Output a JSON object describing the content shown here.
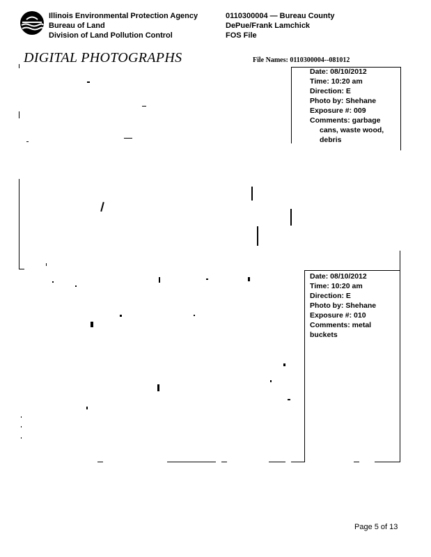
{
  "header": {
    "agency_line1": "Illinois Environmental Protection Agency",
    "agency_line2": "Bureau of Land",
    "agency_line3": "Division of Land Pollution Control",
    "site_id_line": "0110300004  —  Bureau County",
    "site_name": "DePue/Frank Lamchick",
    "file_type": "FOS File"
  },
  "title": "DIGITAL PHOTOGRAPHS",
  "file_names": "File Names: 0110300004--081012",
  "photos": [
    {
      "date": "Date: 08/10/2012",
      "time": "Time: 10:20 am",
      "direction": "Direction:  E",
      "photo_by": "Photo by: Shehane",
      "exposure": "Exposure #: 009",
      "comments_1": "Comments:  garbage",
      "comments_2": "cans, waste wood,",
      "comments_3": "debris"
    },
    {
      "date": "Date: 08/10/2012",
      "time": "Time: 10:20 am",
      "direction": "Direction:  E",
      "photo_by": "Photo by: Shehane",
      "exposure": "Exposure #: 010",
      "comments_1": "Comments: metal",
      "comments_2": "buckets"
    }
  ],
  "footer": {
    "page": "Page 5 of 13"
  }
}
